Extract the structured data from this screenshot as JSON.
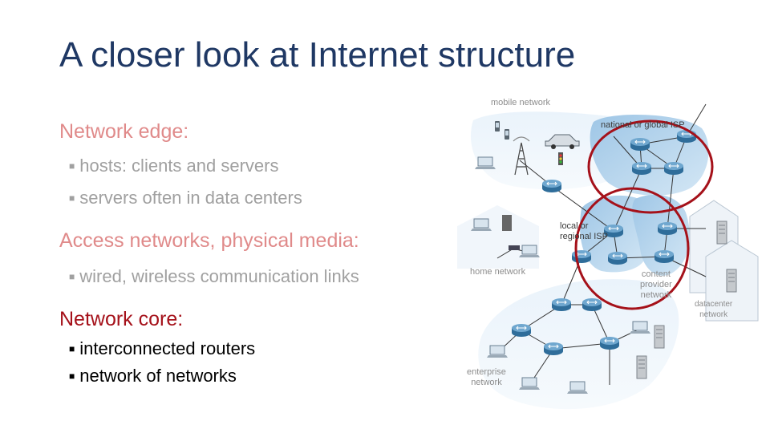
{
  "slide": {
    "title": "A closer look at Internet structure",
    "colors": {
      "title": "#1f3864",
      "core_heading": "#a5111a",
      "faded_heading": "#e08a8a",
      "faded_text": "#a0a0a0",
      "highlight_ring": "#a5111a"
    }
  },
  "sections": {
    "edge": {
      "heading": "Network edge:",
      "bullets": [
        "hosts: clients and servers",
        "servers often in data centers"
      ]
    },
    "access": {
      "heading": "Access networks, physical media:",
      "bullets": [
        "wired, wireless communication links"
      ]
    },
    "core": {
      "heading": "Network core:",
      "bullets": [
        "interconnected routers",
        "network of networks"
      ]
    }
  },
  "diagram": {
    "labels": {
      "mobile": "mobile network",
      "national": "national or global ISP",
      "local_line1": "local or",
      "local_line2": "regional ISP",
      "home": "home network",
      "content_line1": "content",
      "content_line2": "provider",
      "content_line3": "network",
      "datacenter_line1": "datacenter",
      "datacenter_line2": "network",
      "enterprise_line1": "enterprise",
      "enterprise_line2": "network"
    },
    "icons": [
      "router-icon",
      "laptop-icon",
      "phone-icon",
      "server-icon",
      "cell-tower-icon",
      "car-icon",
      "house-icon",
      "building-icon"
    ]
  }
}
